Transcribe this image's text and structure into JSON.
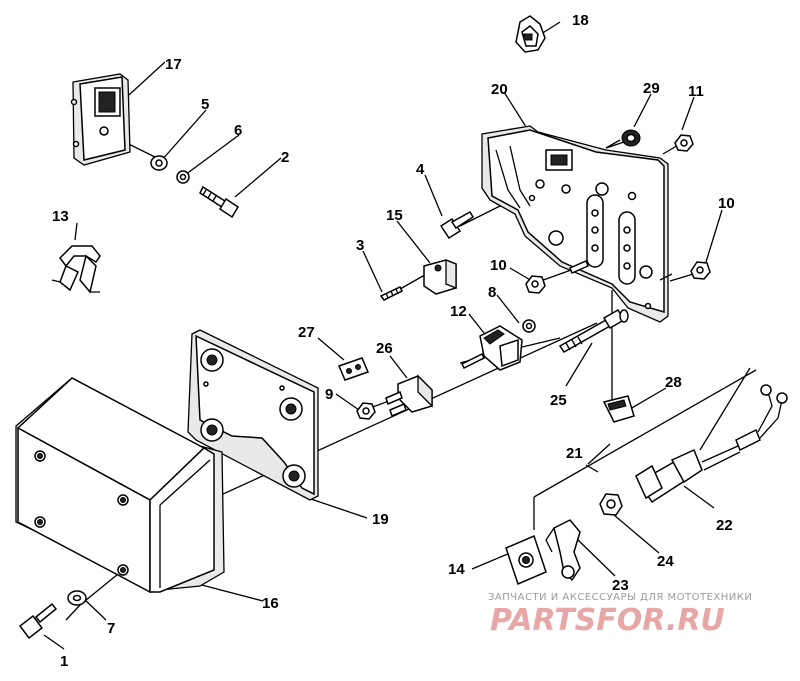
{
  "diagram": {
    "callouts": [
      "1",
      "2",
      "3",
      "4",
      "5",
      "6",
      "7",
      "8",
      "9",
      "10",
      "10",
      "11",
      "12",
      "13",
      "14",
      "15",
      "16",
      "17",
      "18",
      "19",
      "20",
      "21",
      "22",
      "23",
      "24",
      "25",
      "26",
      "27",
      "28",
      "29"
    ]
  },
  "watermark": {
    "tagline": "ЗАПЧАСТИ И АКСЕССУАРЫ ДЛЯ МОТОТЕХНИКИ",
    "logo": "PARTSFOR.RU"
  }
}
